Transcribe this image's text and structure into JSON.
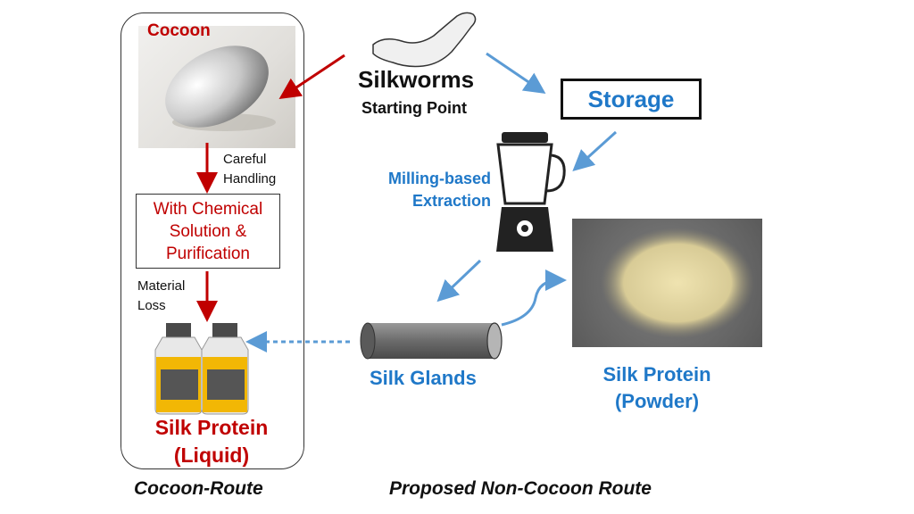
{
  "left_route": {
    "cocoon_label": "Cocoon",
    "step1_note": [
      "Careful",
      "Handling"
    ],
    "chem_box": [
      "With Chemical",
      "Solution &",
      "Purification"
    ],
    "step2_note": [
      "Material",
      "Loss"
    ],
    "product": [
      "Silk Protein",
      "(Liquid)"
    ],
    "caption": "Cocoon-Route"
  },
  "right_route": {
    "silkworms": "Silkworms",
    "starting_point": "Starting Point",
    "storage": "Storage",
    "extraction": [
      "Milling-based",
      "Extraction"
    ],
    "glands": "Silk Glands",
    "product": [
      "Silk Protein",
      "(Powder)"
    ],
    "caption": "Proposed Non-Cocoon Route"
  },
  "colors": {
    "cocoon_route": "#c00000",
    "non_cocoon_route": "#1f78c8",
    "bottle_fill": "#f2b705"
  },
  "icons": [
    "cocoon-image",
    "silkworm-icon",
    "blender-icon",
    "silk-gland-cylinder-icon",
    "bottle-icon",
    "powder-image"
  ]
}
